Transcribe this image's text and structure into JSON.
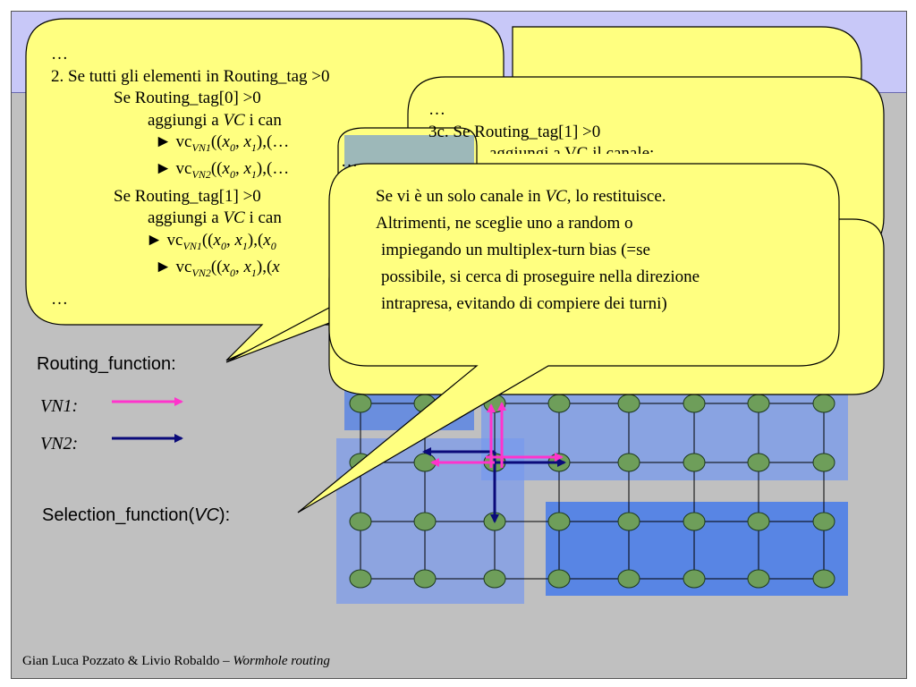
{
  "labels": {
    "routing_function": "Routing_function:",
    "vn1": "VN1:",
    "vn2": "VN2:",
    "selection_function_prefix": "Selection_function(",
    "selection_function_var": "VC",
    "selection_function_suffix": "):"
  },
  "footer": {
    "authors": "Gian Luca Pozzato & Livio Robaldo – ",
    "title": "Wormhole routing"
  },
  "bubble1": {
    "ellipsis_top": "…",
    "line2": "2.   Se tutti gli elementi in Routing_tag >0",
    "if0": "Se Routing_tag[0] >0",
    "add0": "aggiungi a ",
    "add0_var": "VC",
    "add0_rest": " i can",
    "vc1_marker": "► vc",
    "vc1_sub": "VN1",
    "vc1_rest": "((x",
    "vc2_marker": "► vc",
    "vc2_sub": "VN2",
    "vc2_rest": "((x",
    "if1": "Se Routing_tag[1] >0",
    "add1": "aggiungi a ",
    "add1_var": "VC",
    "add1_rest": " i can",
    "vc3_marker": "► vc",
    "vc3_sub": "VN1",
    "vc4_marker": "► vc",
    "vc4_sub": "VN2",
    "ellipsis_bottom": "…",
    "coord_tail": "((x0, x1),(x"
  },
  "bubble2": {
    "ellipsis": "…",
    "line": "3c.  Se Routing_tag[1] >0",
    "line2": "aggiungi a VC il canale:"
  },
  "bubble_small": {
    "text": "…"
  },
  "bubble3": {
    "line1": "Se vi è un solo canale in ",
    "line1_var": "VC",
    "line1_end": ", lo restituisce.",
    "line2": "Altrimenti, ne sceglie uno a random o",
    "line3": "impiegando un multiplex-turn bias (=se",
    "line4": "possibile, si cerca di proseguire nella direzione",
    "line5": "intrapresa, evitando di compiere dei turni)"
  },
  "colors": {
    "background": "#c0c0c0",
    "title_band": "#c8c8f8",
    "bubble_fill": "#ffff80",
    "node_fill": "#6e9e5a",
    "region_fill": "#4d7ee8",
    "vn1_color": "#ff33cc",
    "vn2_color": "#0a0a7a"
  }
}
